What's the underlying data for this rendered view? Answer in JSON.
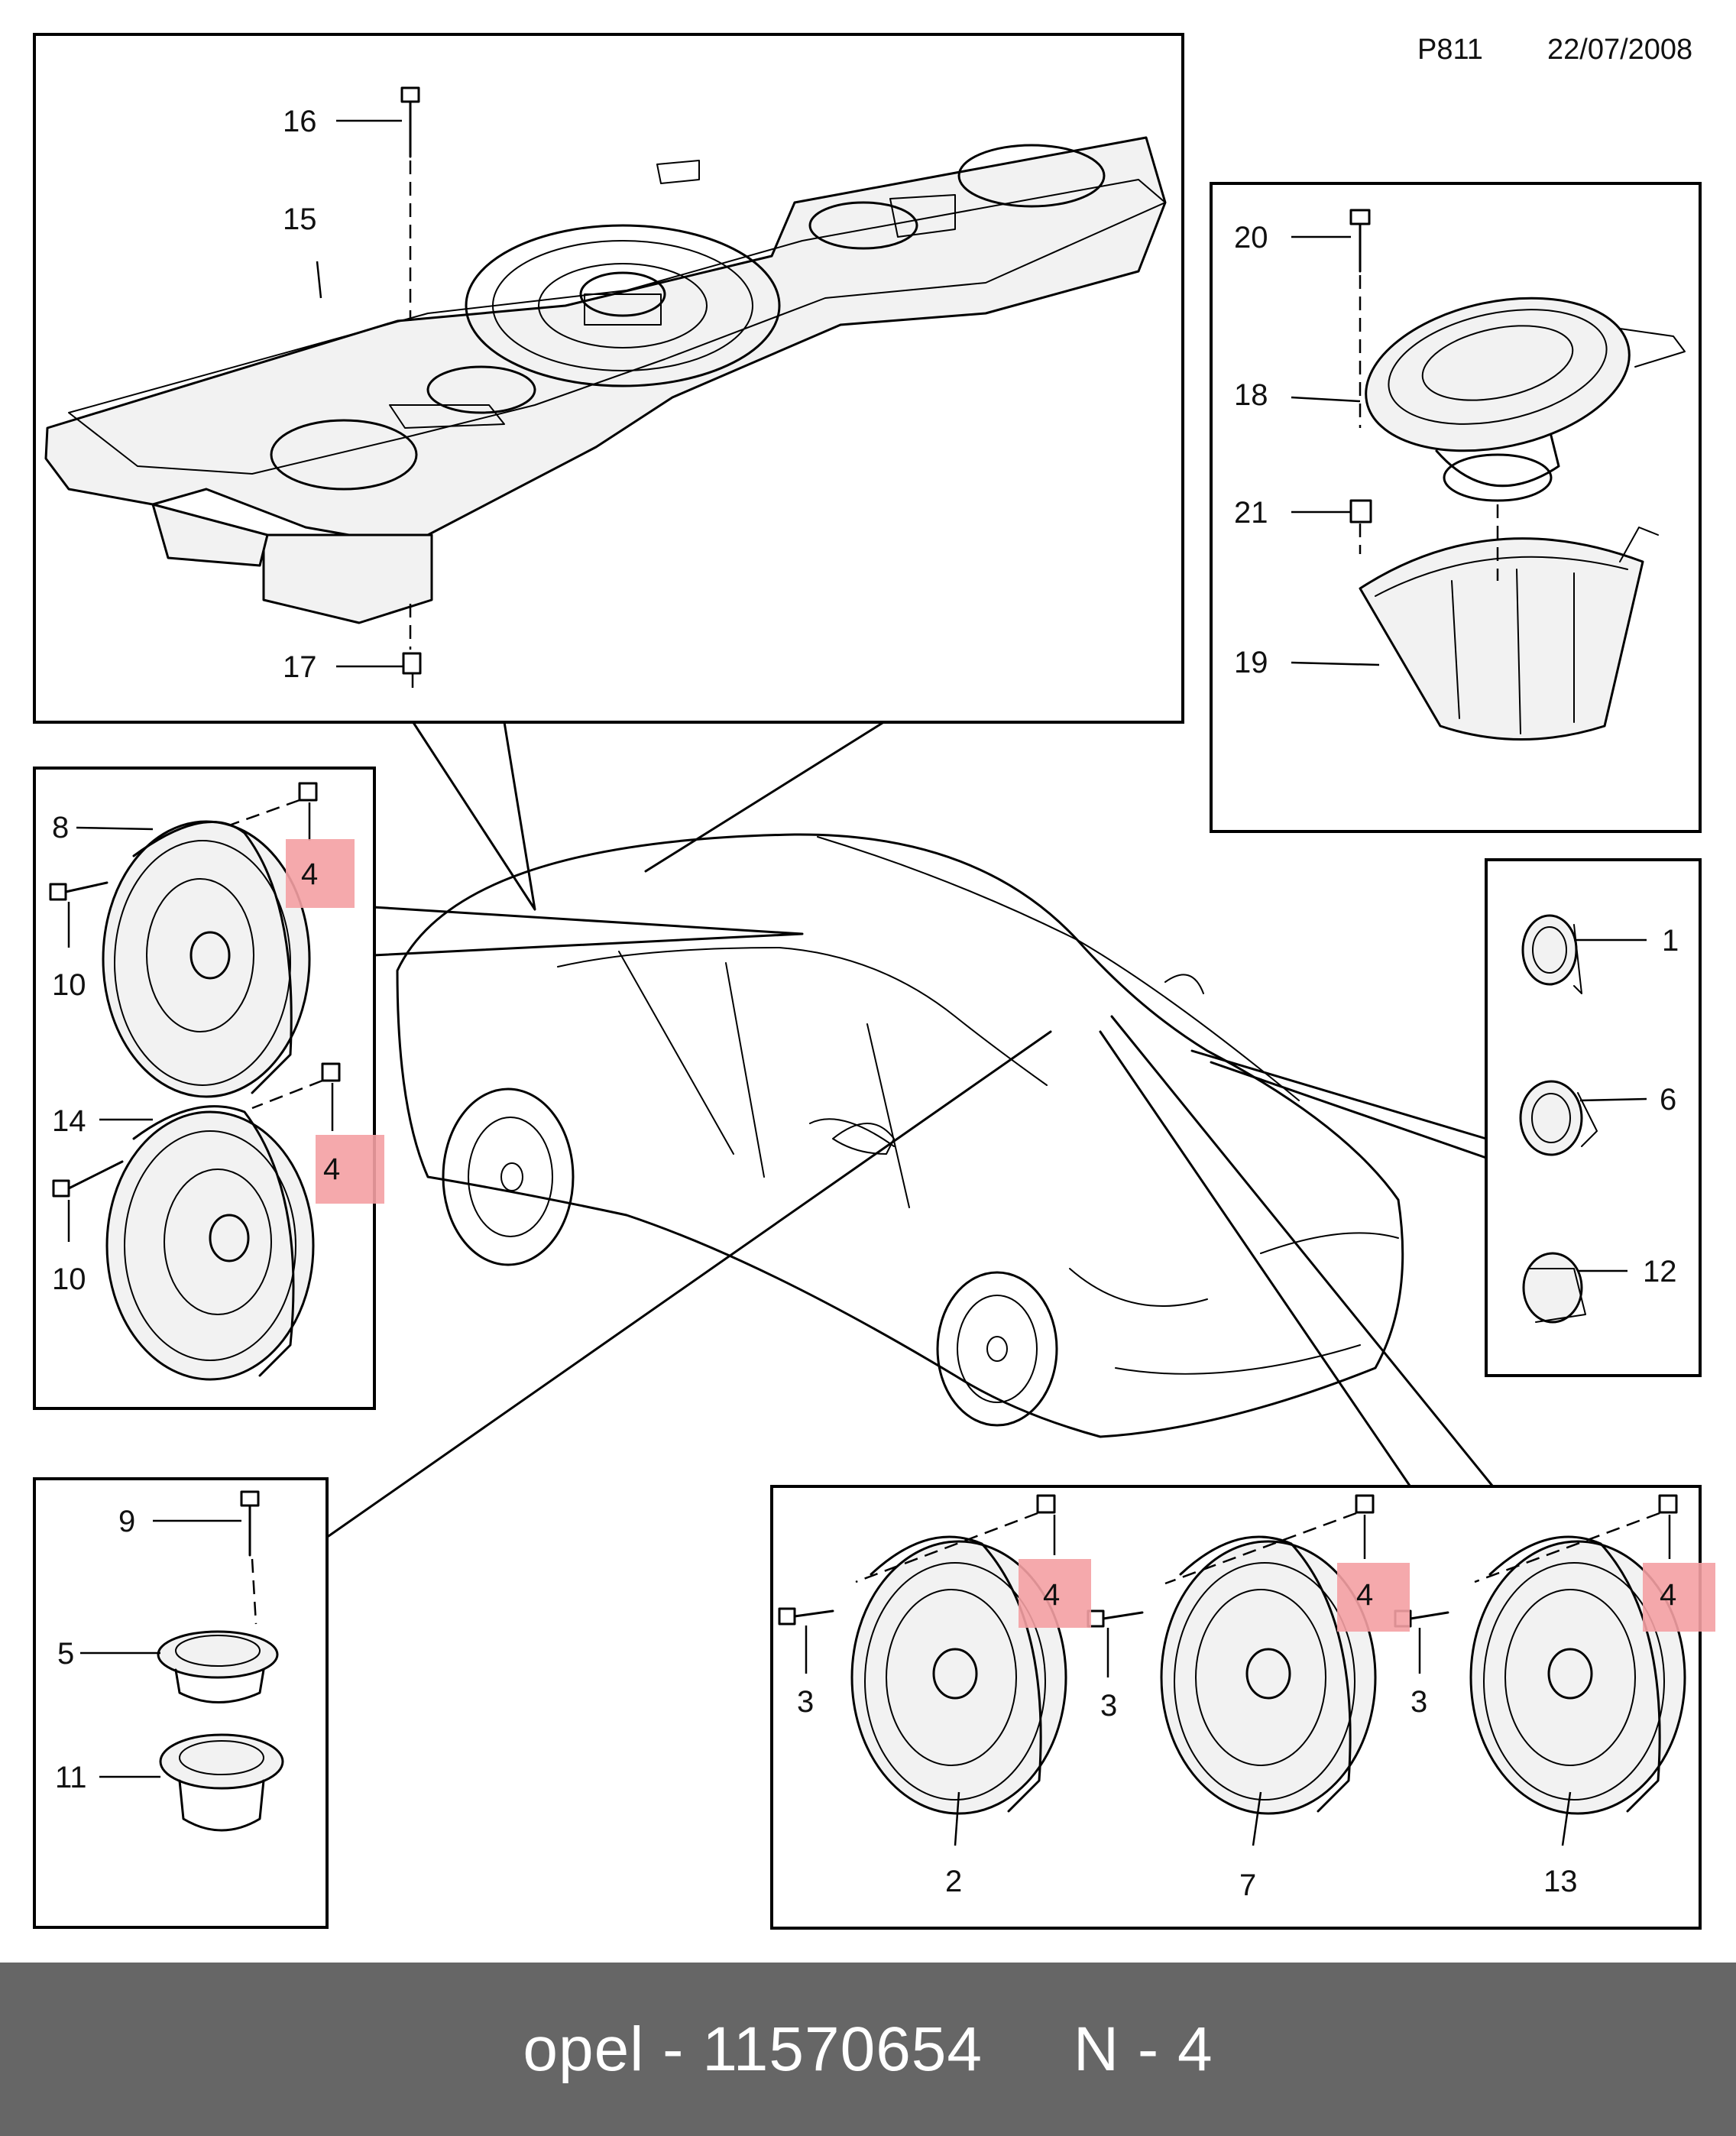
{
  "header": {
    "code": "P811",
    "date": "22/07/2008"
  },
  "callouts": {
    "c1": "1",
    "c2": "2",
    "c3a": "3",
    "c3b": "3",
    "c3c": "3",
    "c4a": "4",
    "c4b": "4",
    "c4c": "4",
    "c4d": "4",
    "c4e": "4",
    "c5": "5",
    "c6": "6",
    "c7": "7",
    "c8": "8",
    "c9": "9",
    "c10a": "10",
    "c10b": "10",
    "c11": "11",
    "c12": "12",
    "c13": "13",
    "c14": "14",
    "c15": "15",
    "c16": "16",
    "c17": "17",
    "c18": "18",
    "c19": "19",
    "c20": "20",
    "c21": "21"
  },
  "highlight_color": "#f4a0a3",
  "footer": {
    "text": "opel - 11570654     N - 4",
    "background": "#666666"
  }
}
